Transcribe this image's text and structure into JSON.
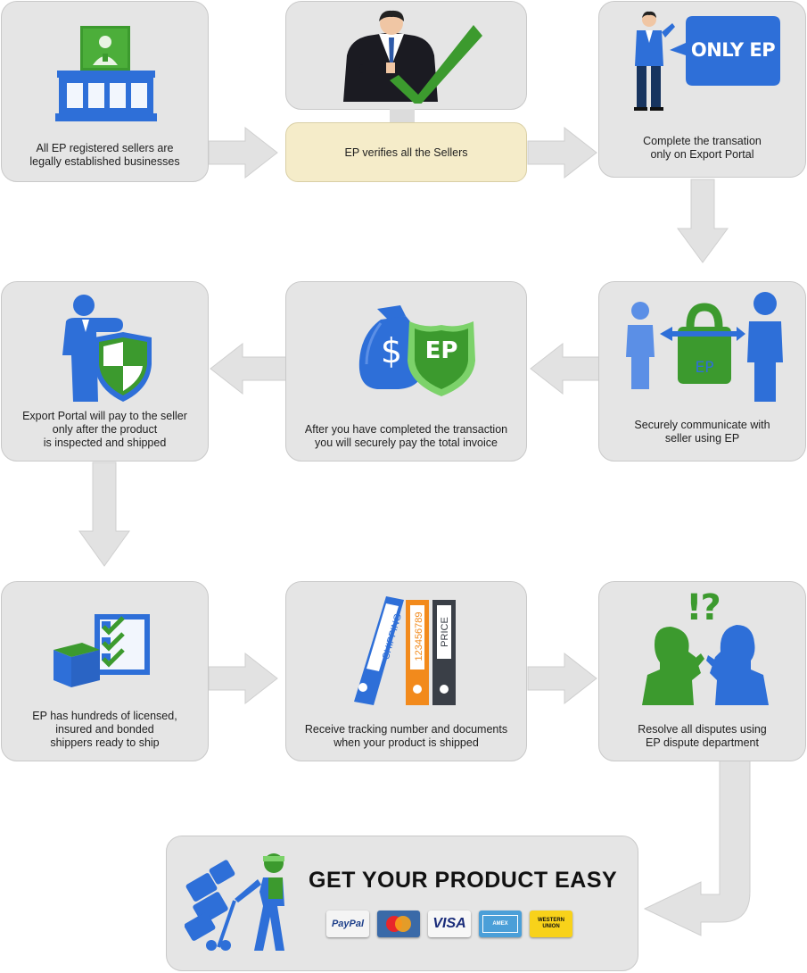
{
  "steps": {
    "s1": {
      "caption": "All EP registered sellers are\nlegally established businesses"
    },
    "s2": {
      "caption": "EP verifies all the Sellers"
    },
    "s3": {
      "caption": "Complete the transation\nonly on Export Portal",
      "bubble": "ONLY EP"
    },
    "s4": {
      "caption": "Securely communicate with\nseller using EP",
      "lock": "EP"
    },
    "s5": {
      "caption": "After you have completed the transaction\nyou will securely pay the total invoice",
      "shield": "EP",
      "bag": "$"
    },
    "s6": {
      "caption": "Export Portal will pay to the seller\nonly after the product\nis inspected and shipped"
    },
    "s7": {
      "caption": "EP has hundreds of licensed,\ninsured and bonded\nshippers ready to ship"
    },
    "s8": {
      "caption": "Receive tracking number and documents\nwhen your product is shipped",
      "binders": [
        "SHIPPING",
        "123456789",
        "PRICE"
      ]
    },
    "s9": {
      "caption": "Resolve all disputes using\nEP dispute department",
      "marks": "!?"
    }
  },
  "final": {
    "title": "GET YOUR PRODUCT EASY",
    "payments": [
      "PayPal",
      "MasterCard",
      "VISA",
      "AMERICAN EXPRESS",
      "WESTERN UNION"
    ]
  },
  "colors": {
    "blue": "#2e6fd8",
    "green": "#3c9a2e",
    "orange": "#f28a1c",
    "box": "#e5e5e5",
    "arrow": "#e2e2e2",
    "verify": "#f5ecc9"
  }
}
